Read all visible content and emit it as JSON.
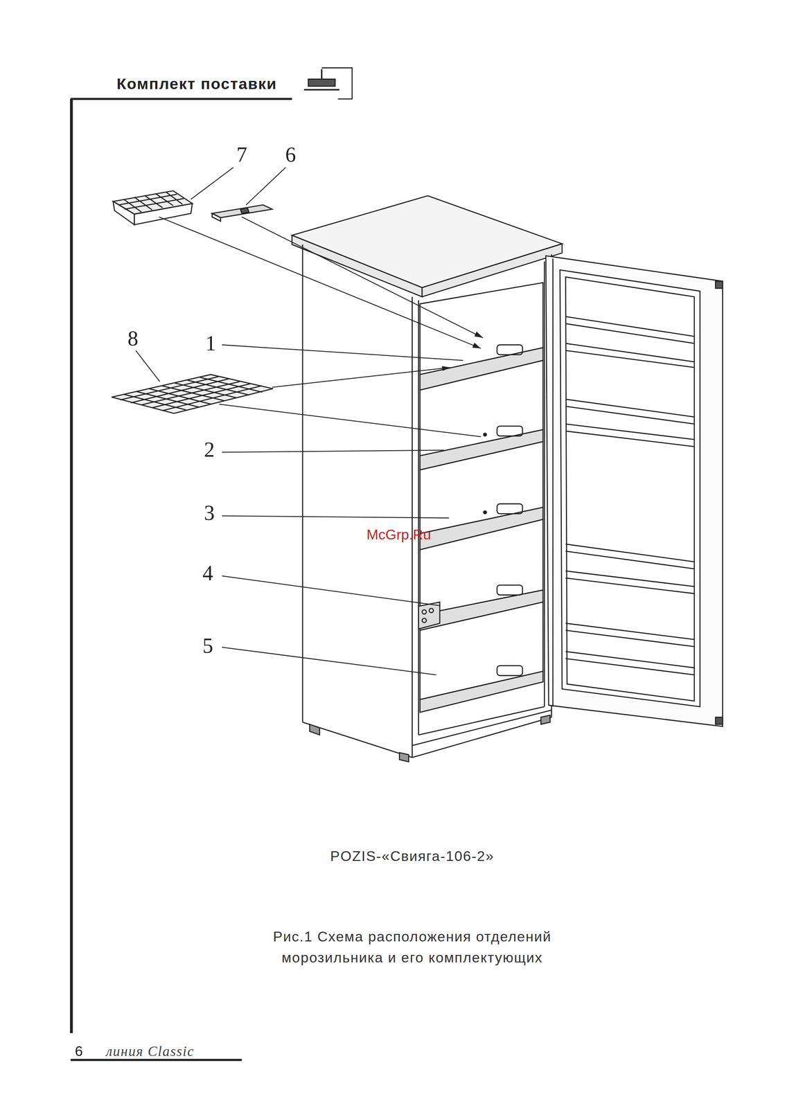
{
  "diagram": {
    "title": "Комплект поставки",
    "caption": "Рис.1 Схема расположения отделений морозильника и его комплектующих",
    "labels": [
      "7",
      "6",
      "1",
      "8",
      "2",
      "3",
      "4",
      "5",
      "McGrp.Ru",
      "POZIS-«Свияга-106-2»",
      "6",
      "линия Classic"
    ]
  }
}
